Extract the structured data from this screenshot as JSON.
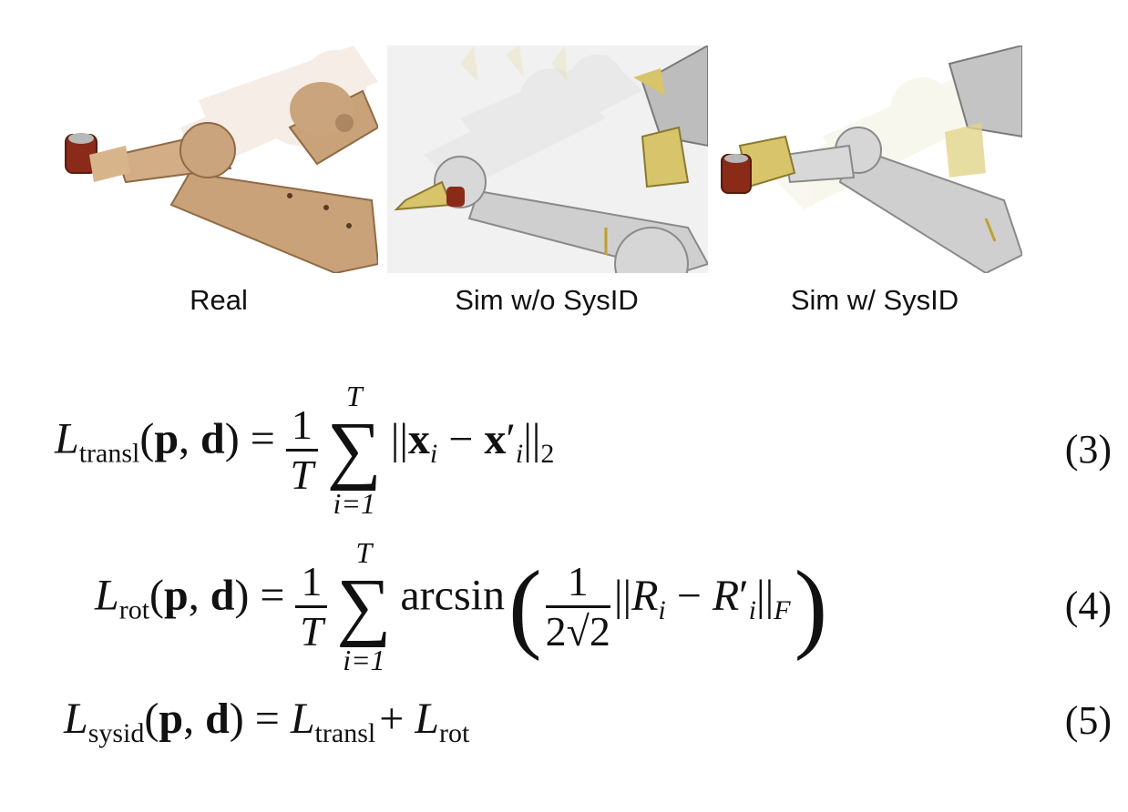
{
  "figure": {
    "captions": [
      "Real",
      "Sim w/o SysID",
      "Sim w/ SysID"
    ]
  },
  "equations": [
    {
      "lhs_sub": "transl",
      "number": "(3)"
    },
    {
      "lhs_sub": "rot",
      "number": "(4)"
    },
    {
      "lhs_sub": "sysid",
      "number": "(5)"
    }
  ],
  "colors": {
    "real_arm": "#c9a27a",
    "sim_arm": "#cfcfcf",
    "gripper": "#d8c46a",
    "can": "#8a2a18"
  }
}
